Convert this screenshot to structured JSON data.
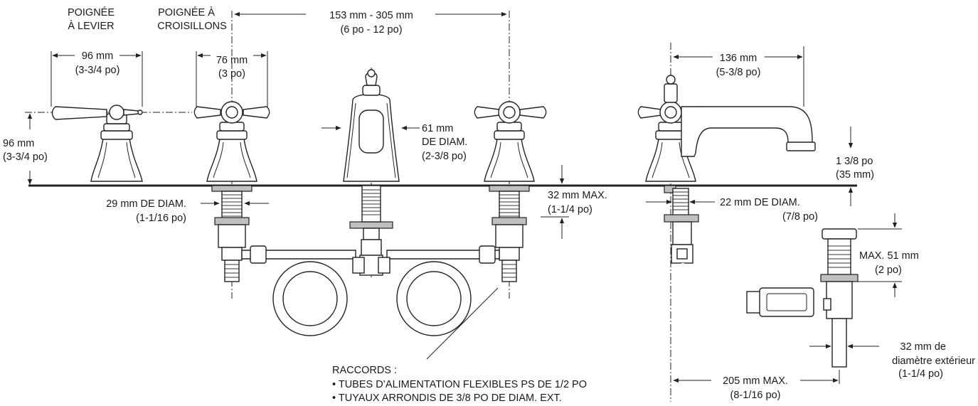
{
  "labels": {
    "handle_lever_l1": "POIGNÉE",
    "handle_lever_l2": "À LEVIER",
    "handle_cross_l1": "POIGNÉE À",
    "handle_cross_l2": "CROISILLONS",
    "spread_l1": "153 mm - 305 mm",
    "spread_l2": "(6 po - 12 po)",
    "lever_width_l1": "96 mm",
    "lever_width_l2": "(3-3/4 po)",
    "cross_width_l1": "76 mm",
    "cross_width_l2": "(3 po)",
    "handle_height_l1": "96 mm",
    "handle_height_l2": "(3-3/4 po)",
    "shank_diam_l1": "29 mm DE DIAM.",
    "shank_diam_l2": "(1-1/16 po)",
    "spout_diam_l1": "61 mm",
    "spout_diam_l2": "DE DIAM.",
    "spout_diam_l3": "(2-3/8 po)",
    "deck_max_l1": "32 mm MAX.",
    "deck_max_l2": "(1-1/4 po)",
    "reach_l1": "136 mm",
    "reach_l2": "(5-3/8 po)",
    "spout_clear_l1": "1 3/8 po",
    "spout_clear_l2": "(35 mm)",
    "spout_shank_l1": "22 mm DE DIAM.",
    "spout_shank_l2": "(7/8 po)",
    "drain_max_l1": "MAX. 51 mm",
    "drain_max_l2": "(2 po)",
    "drain_od_l1": "32 mm de",
    "drain_od_l2": "diamètre extérieur",
    "drain_od_l3": "(1-1/4 po)",
    "drain_reach_l1": "205 mm MAX.",
    "drain_reach_l2": "(8-1/16 po)",
    "connections_l1": "RACCORDS :",
    "connections_l2": "• TUBES D’ALIMENTATION FLEXIBLES PS DE 1/2 PO",
    "connections_l3": "• TUYAUX ARRONDIS DE 3/8 PO DE DIAM. EXT."
  }
}
